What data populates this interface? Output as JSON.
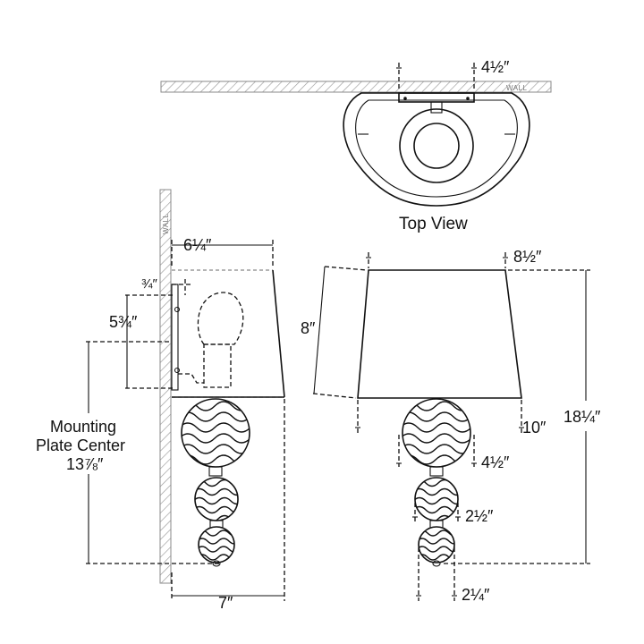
{
  "labels": {
    "top_view": "Top View",
    "wall": "WALL",
    "mounting_line1": "Mounting",
    "mounting_line2": "Plate Center",
    "mounting_value": "13⅞″"
  },
  "dimensions": {
    "top_backplate": "4½″",
    "side_depth": "6¼″",
    "side_small": "¾″",
    "side_plate": "5¾″",
    "side_base": "7″",
    "front_shade_top": "8½″",
    "front_shade_height": "8″",
    "front_shade_bottom": "10″",
    "front_overall_height": "18¼″",
    "front_ball_large": "4½″",
    "front_ball_medium": "2½″",
    "front_ball_small": "2¼″"
  }
}
